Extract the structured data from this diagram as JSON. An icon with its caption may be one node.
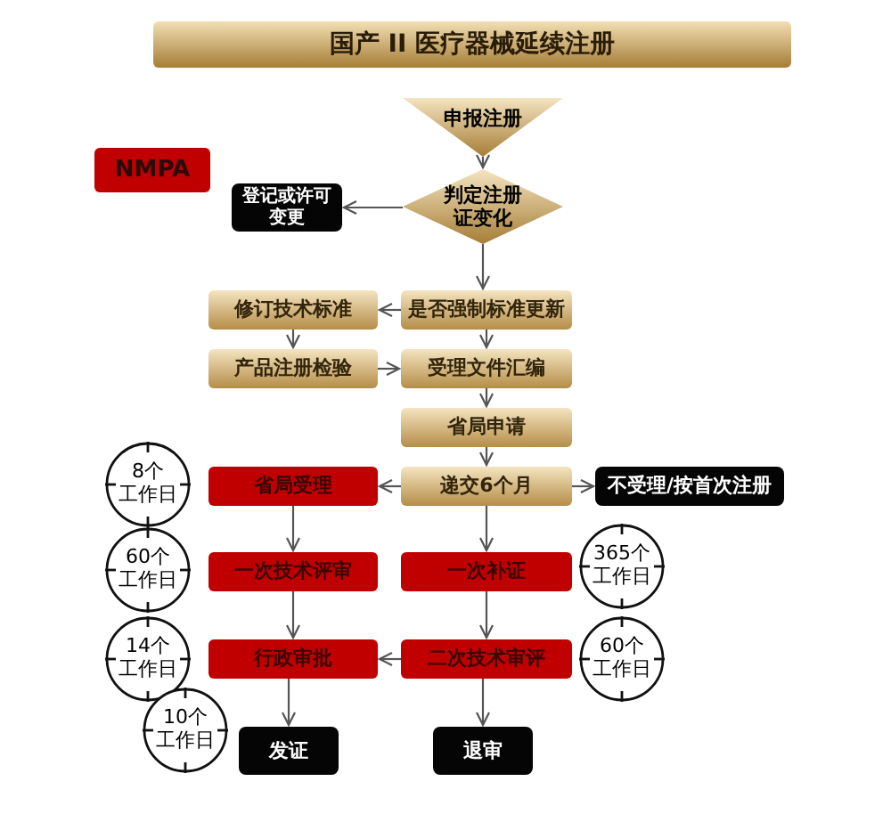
{
  "diagram": {
    "title": "国产 II 医疗器械延续注册",
    "nodes": [
      {
        "text": [
          "申报注册"
        ]
      },
      {
        "text": [
          "判定注册证变化"
        ]
      },
      {
        "text": [
          "登记或许可变更"
        ]
      },
      {
        "text": [
          "修订技术标准"
        ]
      },
      {
        "text": [
          "是否强制标准更新"
        ]
      },
      {
        "text": [
          "产品注册检验"
        ]
      },
      {
        "text": [
          "受理文件汇编"
        ]
      },
      {
        "text": [
          "省局申请"
        ]
      },
      {
        "text": [
          "8个工作日"
        ]
      },
      {
        "text": [
          "省局受理"
        ]
      },
      {
        "text": [
          "递交6个月"
        ]
      },
      {
        "text": [
          "不受理/按首次注册"
        ]
      },
      {
        "text": [
          "60个工作日"
        ]
      },
      {
        "text": [
          "一次技术评审"
        ]
      },
      {
        "text": [
          "一次补证"
        ]
      },
      {
        "text": [
          "365个工作日"
        ]
      },
      {
        "text": [
          "14个工作日"
        ]
      },
      {
        "text": [
          "行政审批"
        ]
      },
      {
        "text": [
          "二次技术审评"
        ]
      },
      {
        "text": [
          "60个工作日"
        ]
      },
      {
        "text": [
          "10个工作日"
        ]
      },
      {
        "text": [
          "发证"
        ]
      },
      {
        "text": [
          "退审"
        ]
      }
    ],
    "edges": [
      {
        "from": 0,
        "to": 1,
        "arrow": "to"
      },
      {
        "from": 1,
        "to": 2,
        "arrow": "to"
      },
      {
        "from": 1,
        "to": 4,
        "arrow": "to"
      },
      {
        "from": 4,
        "to": 3,
        "arrow": "to"
      },
      {
        "from": 3,
        "to": 5,
        "arrow": "to"
      },
      {
        "from": 4,
        "to": 6,
        "arrow": "to"
      },
      {
        "from": 5,
        "to": 6,
        "arrow": "to"
      },
      {
        "from": 6,
        "to": 7,
        "arrow": "to"
      },
      {
        "from": 7,
        "to": 10,
        "arrow": "to"
      },
      {
        "from": 10,
        "to": 9,
        "arrow": "to"
      },
      {
        "from": 10,
        "to": 11,
        "arrow": "to"
      },
      {
        "from": 9,
        "to": 13,
        "arrow": "to"
      },
      {
        "from": 10,
        "to": 14,
        "arrow": "to"
      },
      {
        "from": 13,
        "to": 17,
        "arrow": "to"
      },
      {
        "from": 14,
        "to": 18,
        "arrow": "to"
      },
      {
        "from": 18,
        "to": 17,
        "arrow": "to"
      },
      {
        "from": 17,
        "to": 21,
        "arrow": "to"
      },
      {
        "from": 18,
        "to": 22,
        "arrow": "to"
      }
    ],
    "legend": [
      {
        "text": "NMPA",
        "color": "#c00000"
      }
    ]
  }
}
